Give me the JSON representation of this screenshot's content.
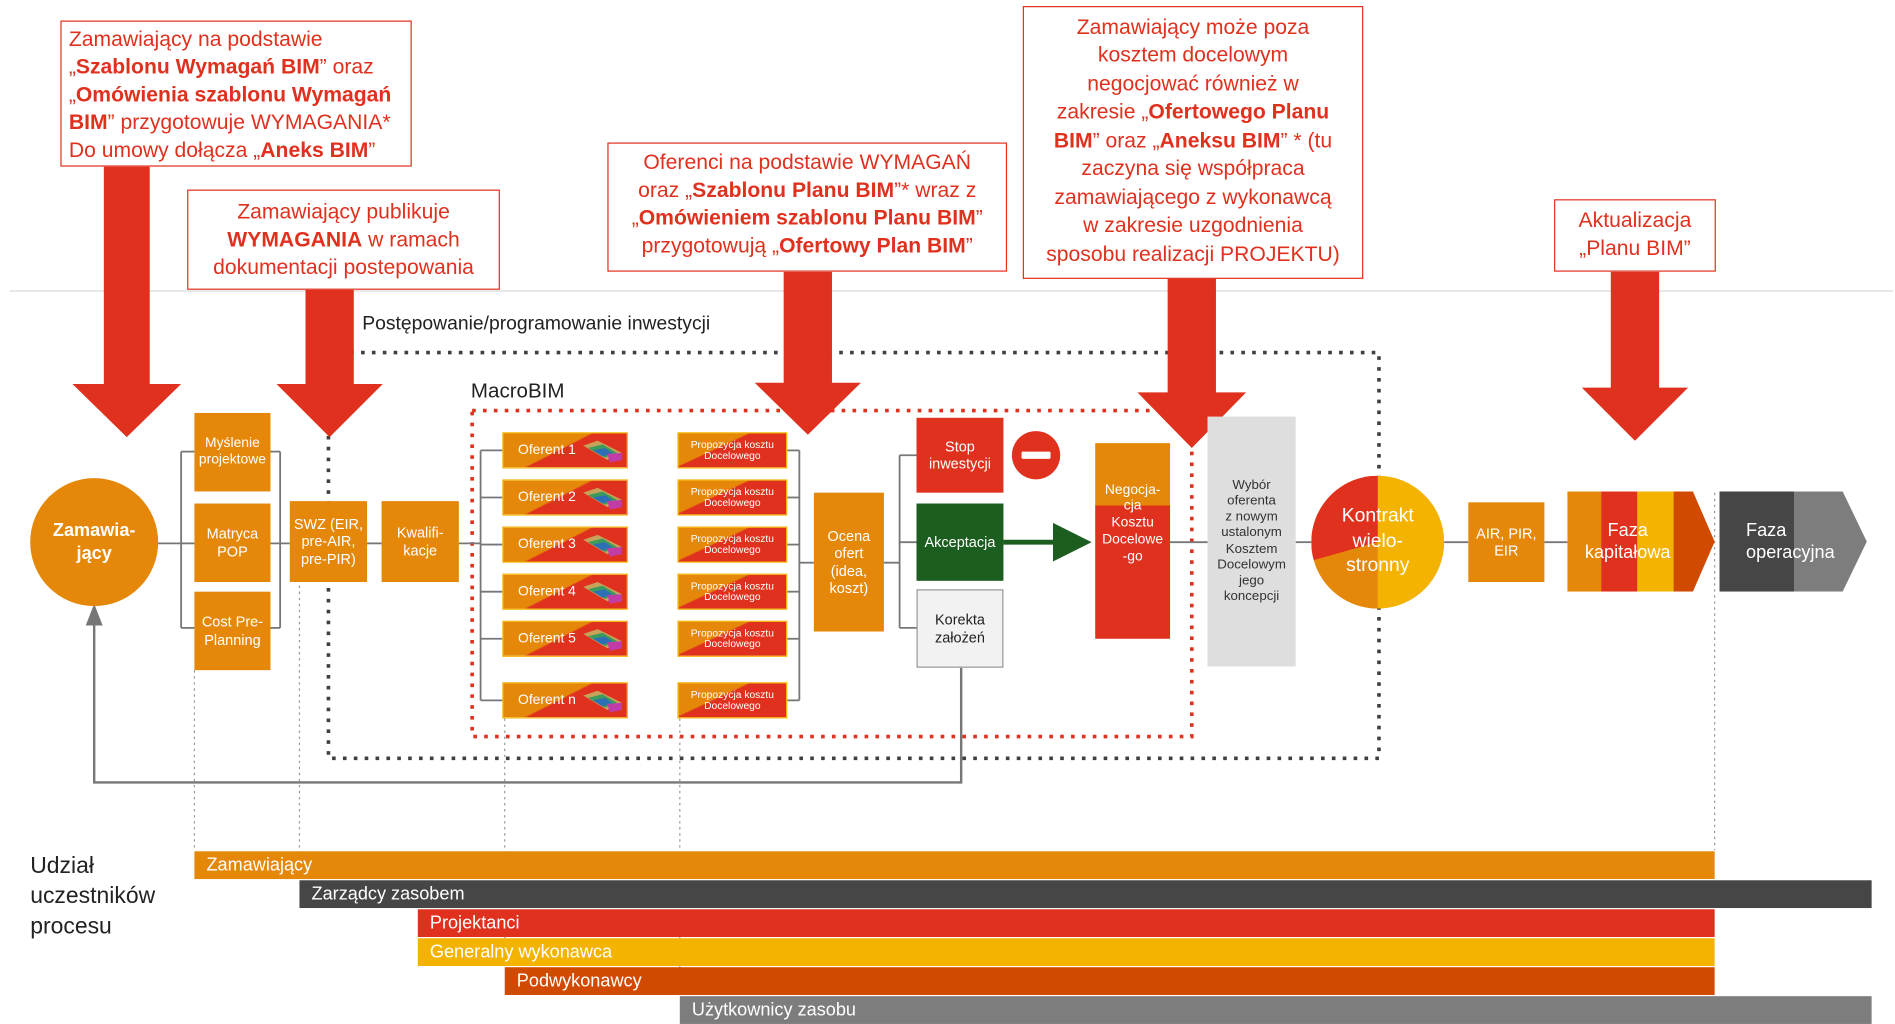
{
  "notes": {
    "n1": {
      "l1": "Zamawiający na podstawie",
      "l2_q1": "„",
      "l2_b": "Szablonu Wymagań BIM",
      "l2_t": "” oraz",
      "l3_q1": "„",
      "l3_b": "Omówienia szablonu Wymagań",
      "l4_b": "BIM",
      "l4_t": "” przygotowuje WYMAGANIA*",
      "l5_t": "Do umowy dołącza „",
      "l5_b": "Aneks BIM",
      "l5_e": "”"
    },
    "n2": {
      "l1": "Zamawiający publikuje",
      "l2_b": "WYMAGANIA",
      "l2_t": " w ramach",
      "l3": "dokumentacji postepowania"
    },
    "n3": {
      "l1": "Oferenci na podstawie WYMAGAŃ",
      "l2_t": "oraz „",
      "l2_b": "Szablonu Planu BIM",
      "l2_e": "”* wraz z",
      "l3_q": "„",
      "l3_b": "Omówieniem szablonu Planu BIM",
      "l3_e": "”",
      "l4_t": "przygotowują „",
      "l4_b": "Ofertowy Plan BIM",
      "l4_e": "”"
    },
    "n4": {
      "l1": "Zamawiający może poza",
      "l2": "kosztem docelowym",
      "l3": "negocjować również w",
      "l4_t": "zakresie „",
      "l4_b": "Ofertowego Planu",
      "l5_b": "BIM",
      "l5_t": "” oraz „",
      "l5_b2": "Aneksu BIM",
      "l5_e": "” * (tu",
      "l6": "zaczyna się współpraca",
      "l7": "zamawiającego z wykonawcą",
      "l8": "w zakresie uzgodnienia",
      "l9": "sposobu realizacji PROJEKTU)"
    },
    "n5": {
      "l1": "Aktualizacja",
      "l2": "„Planu BIM”"
    }
  },
  "labels": {
    "postepowanie": "Postępowanie/programowanie inwestycji",
    "macrobim": "MacroBIM"
  },
  "nodes": {
    "zamawiajacy": "Zamawia-\njący",
    "myslenie": "Myślenie\nprojektowe",
    "matryca": "Matryca\nPOP",
    "cost": "Cost Pre-\nPlanning",
    "swz": "SWZ (EIR,\npre-AIR,\npre-PIR)",
    "kwalifikacje": "Kwalifi-\nkacje",
    "ocena": "Ocena\nofert\n(idea,\nkoszt)",
    "stop": "Stop\ninwestycji",
    "akceptacja": "Akceptacja",
    "korekta": "Korekta\nzałożeń",
    "negocjacja": "Negocja-\ncja\nKosztu\nDocelowe\n-go",
    "wybor": "Wybór\noferenta\nz nowym\nustalonym\nKosztem\nDocelowym\njego\nkoncepcji",
    "kontrakt": "Kontrakt\nwielo-\nstronny",
    "air": "AIR, PIR,\nEIR",
    "faza_kap": "Faza\nkapitałowa",
    "faza_op": "Faza\noperacyjna"
  },
  "oferenci": [
    "Oferent 1",
    "Oferent 2",
    "Oferent 3",
    "Oferent 4",
    "Oferent 5",
    "Oferent n"
  ],
  "propozycja": "Propozycja kosztu\nDocelowego",
  "udzial": {
    "title": "Udział\nuczestników\nprocesu",
    "bars": [
      "Zamawiający",
      "Zarządcy zasobem",
      "Projektanci",
      "Generalny wykonawca",
      "Podwykonawcy",
      "Użytkownicy zasobu"
    ]
  },
  "colors": {
    "red": "#e0301e",
    "orange": "#e5880a",
    "yellow": "#f3b300",
    "dark": "#464646",
    "green": "#1b5e20",
    "gray": "#dedede"
  }
}
